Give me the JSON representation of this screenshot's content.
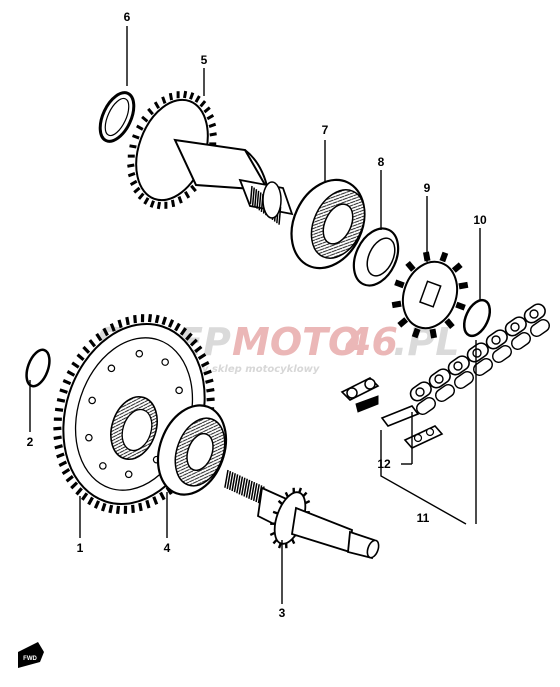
{
  "parts": [
    {
      "id": "1",
      "label": "1"
    },
    {
      "id": "2",
      "label": "2"
    },
    {
      "id": "3",
      "label": "3"
    },
    {
      "id": "4",
      "label": "4"
    },
    {
      "id": "5",
      "label": "5"
    },
    {
      "id": "6",
      "label": "6"
    },
    {
      "id": "7",
      "label": "7"
    },
    {
      "id": "8",
      "label": "8"
    },
    {
      "id": "9",
      "label": "9"
    },
    {
      "id": "10",
      "label": "10"
    },
    {
      "id": "11",
      "label": "11"
    },
    {
      "id": "12",
      "label": "12"
    }
  ],
  "watermark": {
    "part1": "SKLEP",
    "part2": "MOTO",
    "part3": "46",
    "part4": ".PL",
    "tagline": "internetowy sklep motocyklowy",
    "colors": {
      "grey": "#d0d0d0",
      "red": "#e8a8a8"
    }
  },
  "fwd_badge": "FWD"
}
